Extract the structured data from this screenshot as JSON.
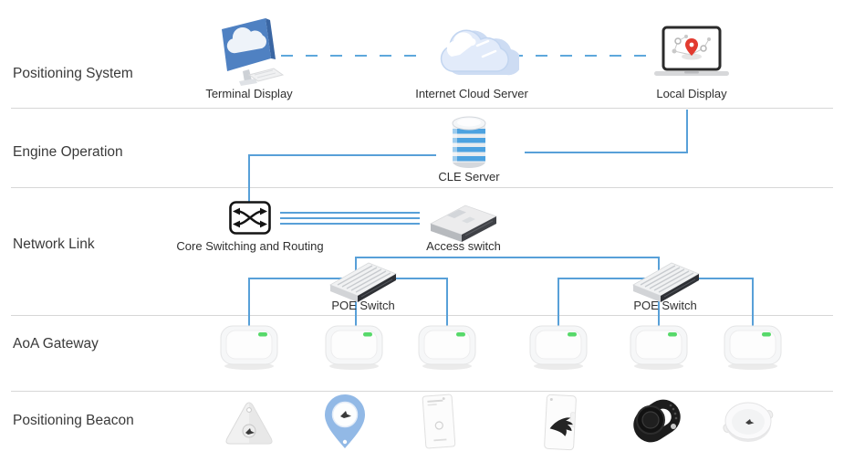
{
  "diagram": {
    "layers": {
      "positioning_system": "Positioning System",
      "engine_operation": "Engine Operation",
      "network_link": "Network Link",
      "aoa_gateway": "AoA Gateway",
      "positioning_beacon": "Positioning Beacon"
    },
    "nodes": {
      "terminal_display": {
        "label": "Terminal Display",
        "icon": "monitor-cloud-icon"
      },
      "internet_cloud_server": {
        "label": "Internet Cloud Server",
        "icon": "cloud-icon"
      },
      "local_display": {
        "label": "Local Display",
        "icon": "laptop-map-icon"
      },
      "cle_server": {
        "label": "CLE Server",
        "icon": "database-stack-icon"
      },
      "core_switching": {
        "label": "Core Switching and Routing",
        "icon": "switch-symbol-icon"
      },
      "access_switch": {
        "label": "Access switch",
        "icon": "switch-box-icon"
      },
      "poe_switch_left": {
        "label": "POE Switch",
        "icon": "poe-switch-icon"
      },
      "poe_switch_right": {
        "label": "POE Switch",
        "icon": "poe-switch-icon"
      },
      "aoa_gateways": {
        "count": 6,
        "icon": "gateway-ap-icon"
      },
      "beacons": [
        {
          "icon": "triangle-beacon-icon"
        },
        {
          "icon": "pin-beacon-icon"
        },
        {
          "icon": "card-beacon-icon"
        },
        {
          "icon": "tag-beacon-icon"
        },
        {
          "icon": "wristband-beacon-icon"
        },
        {
          "icon": "puck-beacon-icon"
        }
      ]
    },
    "colors": {
      "connector_blue": "#58a0d8",
      "dashed_blue": "#5ea8dc",
      "divider_gray": "#d7d7d7",
      "label_text": "#3a3a3a",
      "monitor_blue": "#4f81c2",
      "cloud_fill": "#dfeafa",
      "database_blue": "#4da2e0",
      "led_green": "#57d96a",
      "pin_red": "#e23b30",
      "beacon_pin_blue": "#92b9e6",
      "switch_dark": "#34363b"
    }
  }
}
